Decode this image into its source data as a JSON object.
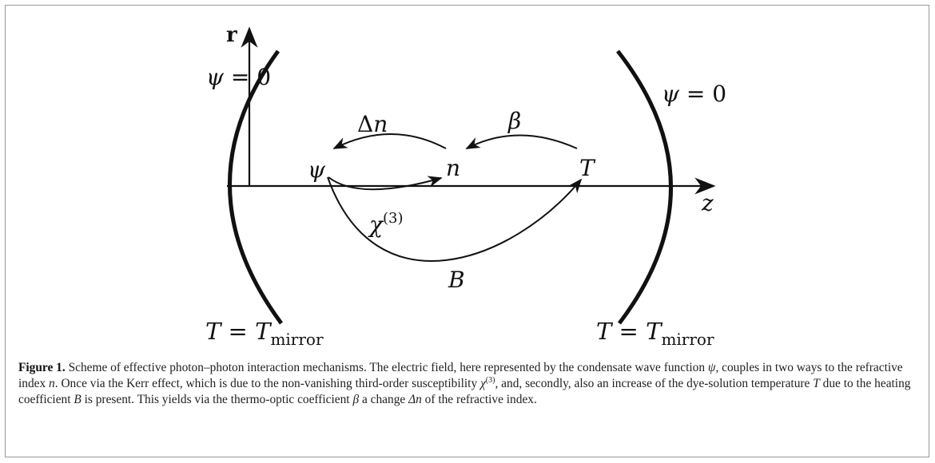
{
  "diagram": {
    "axis_r": "r",
    "axis_z": "z",
    "left_boundary": {
      "psi": "ψ",
      "eq": " = 0"
    },
    "right_boundary": {
      "psi": "ψ",
      "eq": " = 0"
    },
    "node_psi": "ψ",
    "node_n": "n",
    "node_T": "T",
    "arrow_delta_n": {
      "delta": "Δ",
      "n": "n"
    },
    "arrow_beta": "β",
    "arrow_chi": {
      "chi": "χ",
      "sup": "(3)"
    },
    "arrow_B": "B",
    "left_temp": {
      "T": "T",
      "eq": " = ",
      "T2": "T",
      "sub": "mirror"
    },
    "right_temp": {
      "T": "T",
      "eq": " = ",
      "T2": "T",
      "sub": "mirror"
    }
  },
  "caption": {
    "label": "Figure 1.",
    "s1": " Scheme of effective photon–photon interaction mechanisms. The electric field, here represented by the condensate wave function ",
    "psi": "ψ",
    "s2": ", couples in two ways to the refractive index ",
    "n": "n",
    "s3": ". Once via the Kerr effect, which is due to the non-vanishing third-order susceptibility ",
    "chi": "χ",
    "chi_sup": "(3)",
    "s4": ", and, secondly, also an increase of the dye-solution temperature ",
    "T": "T",
    "s5": " due to the heating coefficient ",
    "B": "B",
    "s6": " is present. This yields via the thermo-optic coefficient ",
    "beta": "β",
    "s7": " a change ",
    "dn": "Δn",
    "s8": " of the refractive index."
  }
}
